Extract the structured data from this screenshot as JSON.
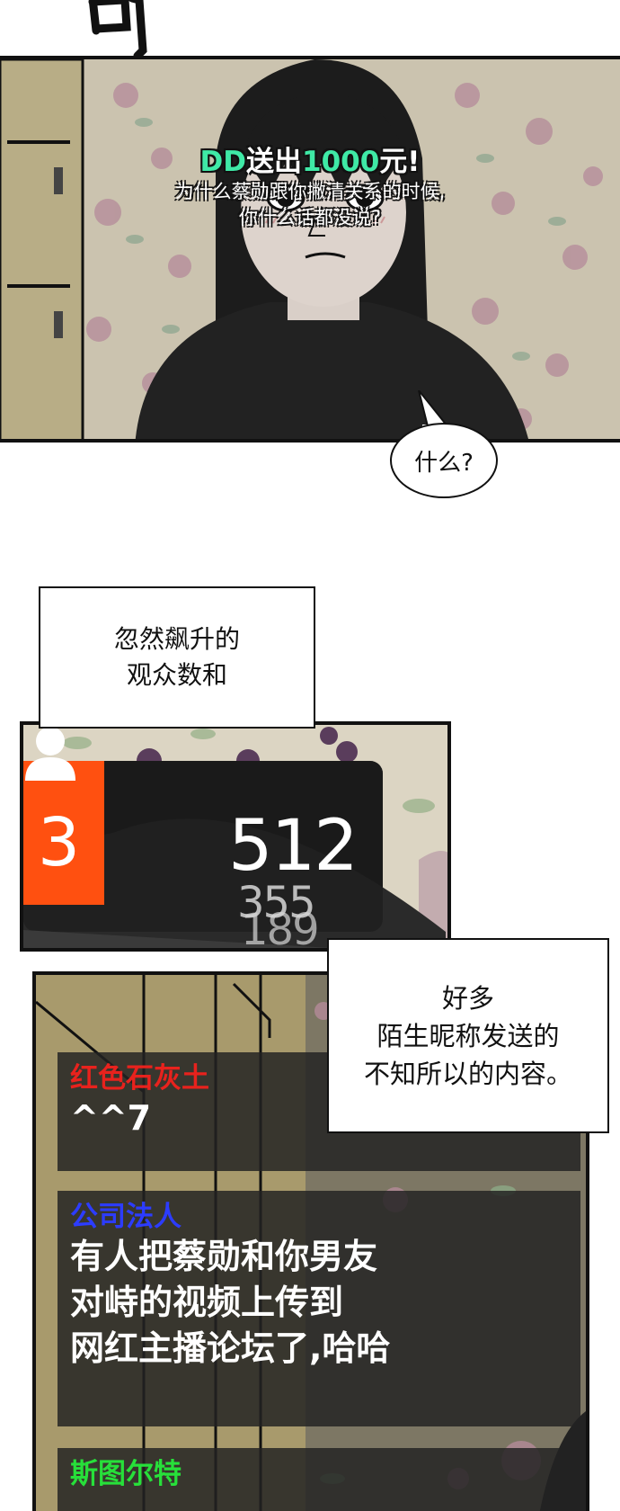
{
  "sfx": {
    "text": "可"
  },
  "panel1": {
    "donation": {
      "donor": "DD",
      "mid": "送出",
      "amount": "1000",
      "end": "元!"
    },
    "overlay_lines": [
      "为什么蔡勋跟你撇清关系的时候,",
      "你什么话都没说?"
    ],
    "bubble": "什么?",
    "colors": {
      "highlight": "#3fe9a6"
    }
  },
  "caption1": {
    "lines": [
      "忽然飙升的",
      "观众数和"
    ]
  },
  "panel2": {
    "rank_digit": "3",
    "viewer_count": "512",
    "previous_counts": [
      "355",
      "189"
    ],
    "icon": "user-icon",
    "colors": {
      "rank_badge": "#ff5010"
    }
  },
  "caption2": {
    "lines": [
      "好多",
      "陌生昵称发送的",
      "不知所以的内容。"
    ]
  },
  "chat": [
    {
      "name": "红色石灰土",
      "color": "#e8221d",
      "lines": [
        "^^7"
      ]
    },
    {
      "name": "公司法人",
      "color": "#2c3cff",
      "lines": [
        "有人把蔡勋和你男友",
        "对峙的视频上传到",
        "网红主播论坛了,哈哈"
      ]
    },
    {
      "name": "斯图尔特",
      "color": "#27e03a",
      "lines": []
    }
  ]
}
